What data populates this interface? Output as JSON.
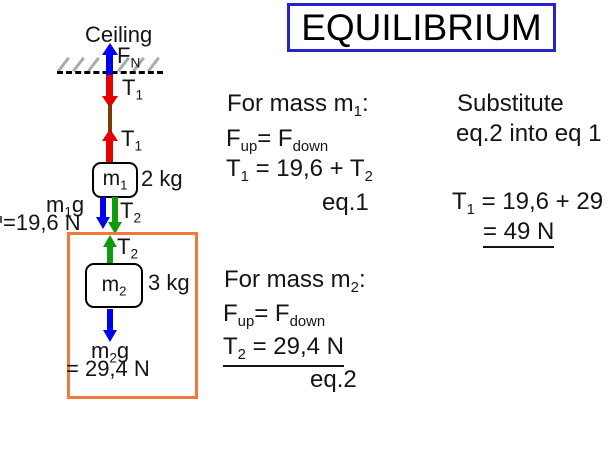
{
  "colors": {
    "arrow_blue": "#0000ee",
    "arrow_red": "#e60000",
    "arrow_green": "#0f9b0f",
    "rope_brown": "#7a3a00",
    "frame_orange": "#f0793b",
    "title_border_blue": "#2323cf",
    "hatch_gray": "#ababab",
    "text_black": "#141414"
  },
  "title": {
    "label": "EQUILIBRIUM"
  },
  "diagram": {
    "ceiling_label": "Ceiling",
    "normal_force_label": [
      {
        "t": "F"
      },
      {
        "t": "N",
        "sub": true
      }
    ],
    "tension1_upper_label": [
      {
        "t": "T"
      },
      {
        "t": "1",
        "sub": true
      }
    ],
    "tension1_lower_label": [
      {
        "t": "T"
      },
      {
        "t": "1",
        "sub": true
      }
    ],
    "mass1_label": [
      {
        "t": "m"
      },
      {
        "t": "1",
        "sub": true
      }
    ],
    "mass1_value": "2 kg",
    "weight1_label": [
      {
        "t": "m"
      },
      {
        "t": "1",
        "sub": true
      },
      {
        "t": "g"
      }
    ],
    "weight1_value": "=19,6 N",
    "tension2_upper_label": [
      {
        "t": "T"
      },
      {
        "t": "2",
        "sub": true
      }
    ],
    "tension2_lower_label": [
      {
        "t": "T"
      },
      {
        "t": "2",
        "sub": true
      }
    ],
    "mass2_label": [
      {
        "t": "m"
      },
      {
        "t": "2",
        "sub": true
      }
    ],
    "mass2_value": "3 kg",
    "weight2_label": [
      {
        "t": "m"
      },
      {
        "t": "2",
        "sub": true
      },
      {
        "t": "g"
      }
    ],
    "weight2_value": "= 29,4 N"
  },
  "solution": {
    "mass1_block": {
      "heading": [
        {
          "t": "For mass m"
        },
        {
          "t": "1",
          "sub": true
        },
        {
          "t": ":"
        }
      ],
      "balance": [
        {
          "t": "F"
        },
        {
          "t": "up",
          "sub": true
        },
        {
          "t": "= F"
        },
        {
          "t": "down",
          "sub": true
        }
      ],
      "equation": [
        {
          "t": "T"
        },
        {
          "t": "1",
          "sub": true
        },
        {
          "t": " = 19,6 + T"
        },
        {
          "t": "2",
          "sub": true
        }
      ],
      "tag": "eq.1"
    },
    "mass2_block": {
      "heading": [
        {
          "t": "For mass m"
        },
        {
          "t": "2",
          "sub": true
        },
        {
          "t": ":"
        }
      ],
      "balance": [
        {
          "t": "F"
        },
        {
          "t": "up",
          "sub": true
        },
        {
          "t": "= F"
        },
        {
          "t": "down",
          "sub": true
        }
      ],
      "result": [
        {
          "t": "T"
        },
        {
          "t": "2",
          "sub": true
        },
        {
          "t": " = 29,4 N"
        }
      ],
      "tag": "eq.2"
    },
    "substitute_block": {
      "line1": "Substitute",
      "line2": "eq.2 into eq 1",
      "equation": [
        {
          "t": "T"
        },
        {
          "t": "1",
          "sub": true
        },
        {
          "t": " = 19,6 + 29"
        }
      ],
      "result": "= 49 N"
    }
  }
}
